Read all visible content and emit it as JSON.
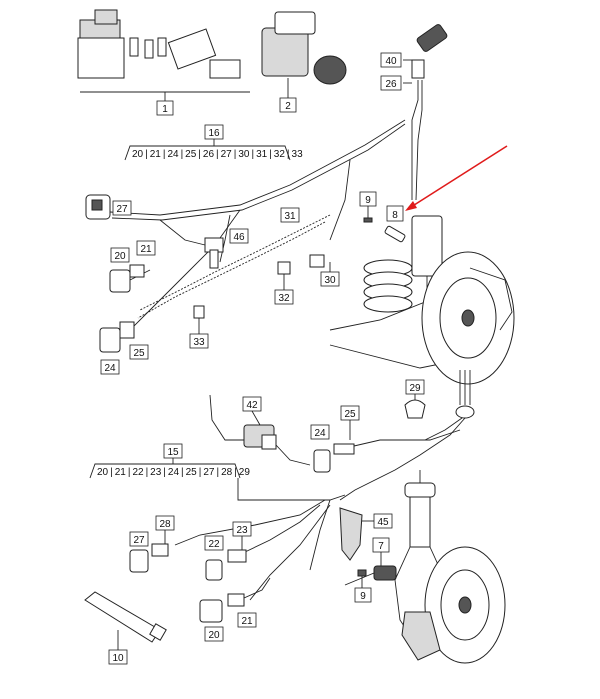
{
  "callouts": {
    "p1": "1",
    "p2": "2",
    "p40": "40",
    "p26": "26",
    "p16": "16",
    "p27a": "27",
    "p9a": "9",
    "p8": "8",
    "p31": "31",
    "p46": "46",
    "p20a": "20",
    "p21a": "21",
    "p32": "32",
    "p30": "30",
    "p33": "33",
    "p25a": "25",
    "p24a": "24",
    "p42": "42",
    "p25b": "25",
    "p29": "29",
    "p24b": "24",
    "p15": "15",
    "p45": "45",
    "p28": "28",
    "p27b": "27",
    "p23": "23",
    "p22": "22",
    "p7": "7",
    "p9b": "9",
    "p20b": "20",
    "p21b": "21",
    "p10": "10"
  },
  "groups": {
    "g16": [
      "20",
      "21",
      "24",
      "25",
      "26",
      "27",
      "30",
      "31",
      "32",
      "33"
    ],
    "g15": [
      "20",
      "21",
      "22",
      "23",
      "24",
      "25",
      "27",
      "28",
      "29"
    ]
  },
  "colors": {
    "highlight": "#e01b1b",
    "ink": "#222222"
  }
}
